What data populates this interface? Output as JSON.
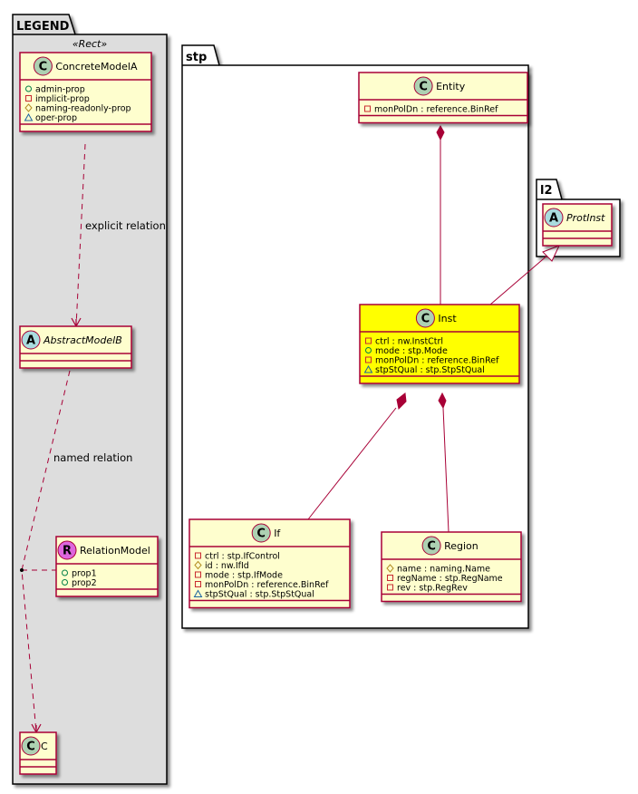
{
  "diagram": {
    "type": "uml-class-diagram",
    "colors": {
      "class_fill": "#FEFECE",
      "class_border": "#A80036",
      "highlight_fill": "#FFFF00",
      "legend_fill": "#DDDDDD",
      "package_fill": "#FFFFFF",
      "edge": "#A80036",
      "badge_class": "#ADD1B2",
      "badge_abstract": "#A9DCDF",
      "badge_relation": "#DD66DD",
      "vis_public": "#038048",
      "vis_private": "#C82930",
      "vis_protected": "#B38D22",
      "vis_package": "#1963A0"
    },
    "packages": [
      {
        "id": "legend",
        "title": "LEGEND",
        "stereotype": "«Rect»",
        "classes": [
          {
            "id": "ConcreteModelA",
            "badge": "C",
            "name": "ConcreteModelA",
            "italic": false,
            "attributes": [
              {
                "visibility": "public",
                "text": "admin-prop"
              },
              {
                "visibility": "private",
                "text": "implicit-prop"
              },
              {
                "visibility": "protected",
                "text": "naming-readonly-prop"
              },
              {
                "visibility": "package",
                "text": "oper-prop"
              }
            ]
          },
          {
            "id": "AbstractModelB",
            "badge": "A",
            "name": "AbstractModelB",
            "italic": true,
            "attributes": []
          },
          {
            "id": "RelationModel",
            "badge": "R",
            "name": "RelationModel",
            "italic": false,
            "attributes": [
              {
                "visibility": "public",
                "text": "prop1"
              },
              {
                "visibility": "public",
                "text": "prop2"
              }
            ]
          },
          {
            "id": "C",
            "badge": "C",
            "name": "C",
            "italic": false,
            "attributes": []
          }
        ]
      },
      {
        "id": "stp",
        "title": "stp",
        "classes": [
          {
            "id": "Entity",
            "badge": "C",
            "name": "Entity",
            "italic": false,
            "attributes": [
              {
                "visibility": "private",
                "text": "monPolDn : reference.BinRef"
              }
            ]
          },
          {
            "id": "Inst",
            "badge": "C",
            "name": "Inst",
            "italic": false,
            "highlight": true,
            "attributes": [
              {
                "visibility": "private",
                "text": "ctrl : nw.InstCtrl"
              },
              {
                "visibility": "public",
                "text": "mode : stp.Mode"
              },
              {
                "visibility": "private",
                "text": "monPolDn : reference.BinRef"
              },
              {
                "visibility": "package",
                "text": "stpStQual : stp.StpStQual"
              }
            ]
          },
          {
            "id": "If",
            "badge": "C",
            "name": "If",
            "italic": false,
            "attributes": [
              {
                "visibility": "private",
                "text": "ctrl : stp.IfControl"
              },
              {
                "visibility": "protected",
                "text": "id : nw.IfId"
              },
              {
                "visibility": "private",
                "text": "mode : stp.IfMode"
              },
              {
                "visibility": "private",
                "text": "monPolDn : reference.BinRef"
              },
              {
                "visibility": "package",
                "text": "stpStQual : stp.StpStQual"
              }
            ]
          },
          {
            "id": "Region",
            "badge": "C",
            "name": "Region",
            "italic": false,
            "attributes": [
              {
                "visibility": "protected",
                "text": "name : naming.Name"
              },
              {
                "visibility": "private",
                "text": "regName : stp.RegName"
              },
              {
                "visibility": "private",
                "text": "rev : stp.RegRev"
              }
            ]
          }
        ]
      },
      {
        "id": "l2",
        "title": "l2",
        "classes": [
          {
            "id": "ProtInst",
            "badge": "A",
            "name": "ProtInst",
            "italic": true,
            "attributes": []
          }
        ]
      }
    ],
    "relations": [
      {
        "from": "ConcreteModelA",
        "to": "AbstractModelB",
        "kind": "dependency",
        "label": "explicit relation"
      },
      {
        "from": "AbstractModelB",
        "to": "C",
        "kind": "association-class",
        "label": "named relation",
        "via": "RelationModel"
      },
      {
        "from": "Entity",
        "to": "Inst",
        "kind": "composition",
        "label": ""
      },
      {
        "from": "Inst",
        "to": "ProtInst",
        "kind": "generalization",
        "label": ""
      },
      {
        "from": "Inst",
        "to": "If",
        "kind": "composition",
        "label": ""
      },
      {
        "from": "Inst",
        "to": "Region",
        "kind": "composition",
        "label": ""
      }
    ]
  }
}
